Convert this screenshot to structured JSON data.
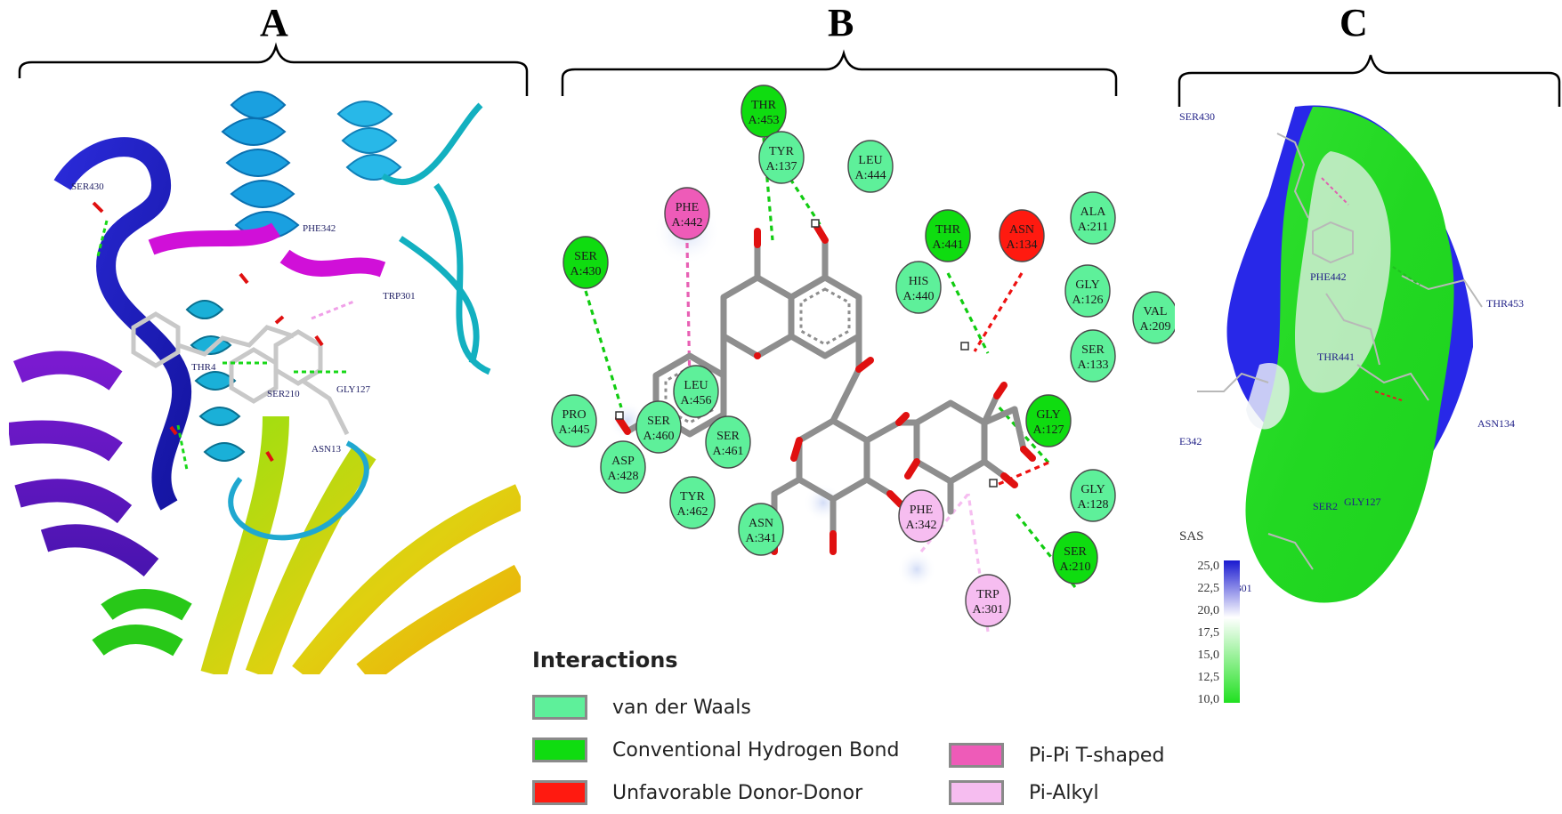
{
  "panels": {
    "a": {
      "letter": "A"
    },
    "b": {
      "letter": "B"
    },
    "c": {
      "letter": "C"
    }
  },
  "colors": {
    "vdw": "#5ef09a",
    "hbond": "#0fdc10",
    "unfavorable": "#ff1a10",
    "pipi": "#ee5bb8",
    "pialkyl": "#f6bdf0",
    "bond_hbond": "#11cc11",
    "bond_unfav": "#ee1111",
    "bond_pi": "#e860b4"
  },
  "panel_a_labels": [
    "SER430",
    "PHE342",
    "TRP301",
    "THR4",
    "SER210",
    "GLY127",
    "ASN13"
  ],
  "panel_c_labels": [
    "SER430",
    "PHE442",
    "THR453",
    "THR441",
    "ASN134",
    "E342",
    "SER2",
    "GLY127",
    "P301"
  ],
  "sas": {
    "title": "SAS",
    "ticks": [
      "25,0",
      "22,5",
      "20,0",
      "17,5",
      "15,0",
      "12,5",
      "10,0"
    ]
  },
  "residues": [
    {
      "id": "thr453",
      "l1": "THR",
      "l2": "A:453",
      "type": "hbond"
    },
    {
      "id": "tyr137",
      "l1": "TYR",
      "l2": "A:137",
      "type": "vdw"
    },
    {
      "id": "leu444",
      "l1": "LEU",
      "l2": "A:444",
      "type": "vdw"
    },
    {
      "id": "phe442",
      "l1": "PHE",
      "l2": "A:442",
      "type": "pipi"
    },
    {
      "id": "thr441",
      "l1": "THR",
      "l2": "A:441",
      "type": "hbond"
    },
    {
      "id": "asn134",
      "l1": "ASN",
      "l2": "A:134",
      "type": "unfavorable"
    },
    {
      "id": "ala211",
      "l1": "ALA",
      "l2": "A:211",
      "type": "vdw"
    },
    {
      "id": "ser430",
      "l1": "SER",
      "l2": "A:430",
      "type": "hbond"
    },
    {
      "id": "his440",
      "l1": "HIS",
      "l2": "A:440",
      "type": "vdw"
    },
    {
      "id": "gly126",
      "l1": "GLY",
      "l2": "A:126",
      "type": "vdw"
    },
    {
      "id": "val209",
      "l1": "VAL",
      "l2": "A:209",
      "type": "vdw"
    },
    {
      "id": "ser133",
      "l1": "SER",
      "l2": "A:133",
      "type": "vdw"
    },
    {
      "id": "leu456",
      "l1": "LEU",
      "l2": "A:456",
      "type": "vdw"
    },
    {
      "id": "pro445",
      "l1": "PRO",
      "l2": "A:445",
      "type": "vdw"
    },
    {
      "id": "ser460",
      "l1": "SER",
      "l2": "A:460",
      "type": "vdw"
    },
    {
      "id": "ser461",
      "l1": "SER",
      "l2": "A:461",
      "type": "vdw"
    },
    {
      "id": "gly127",
      "l1": "GLY",
      "l2": "A:127",
      "type": "hbond"
    },
    {
      "id": "asp428",
      "l1": "ASP",
      "l2": "A:428",
      "type": "vdw"
    },
    {
      "id": "tyr462",
      "l1": "TYR",
      "l2": "A:462",
      "type": "vdw"
    },
    {
      "id": "gly128",
      "l1": "GLY",
      "l2": "A:128",
      "type": "vdw"
    },
    {
      "id": "asn341",
      "l1": "ASN",
      "l2": "A:341",
      "type": "vdw"
    },
    {
      "id": "phe342",
      "l1": "PHE",
      "l2": "A:342",
      "type": "pialkyl"
    },
    {
      "id": "ser210",
      "l1": "SER",
      "l2": "A:210",
      "type": "hbond"
    },
    {
      "id": "trp301",
      "l1": "TRP",
      "l2": "A:301",
      "type": "pialkyl"
    }
  ],
  "legend": {
    "title": "Interactions",
    "items": [
      {
        "label": "van der Waals",
        "color": "#5ef09a"
      },
      {
        "label": "Conventional Hydrogen Bond",
        "color": "#0fdc10"
      },
      {
        "label": "Unfavorable Donor-Donor",
        "color": "#ff1a10"
      },
      {
        "label": "Pi-Pi T-shaped",
        "color": "#ee5bb8"
      },
      {
        "label": "Pi-Alkyl",
        "color": "#f6bdf0"
      }
    ]
  }
}
